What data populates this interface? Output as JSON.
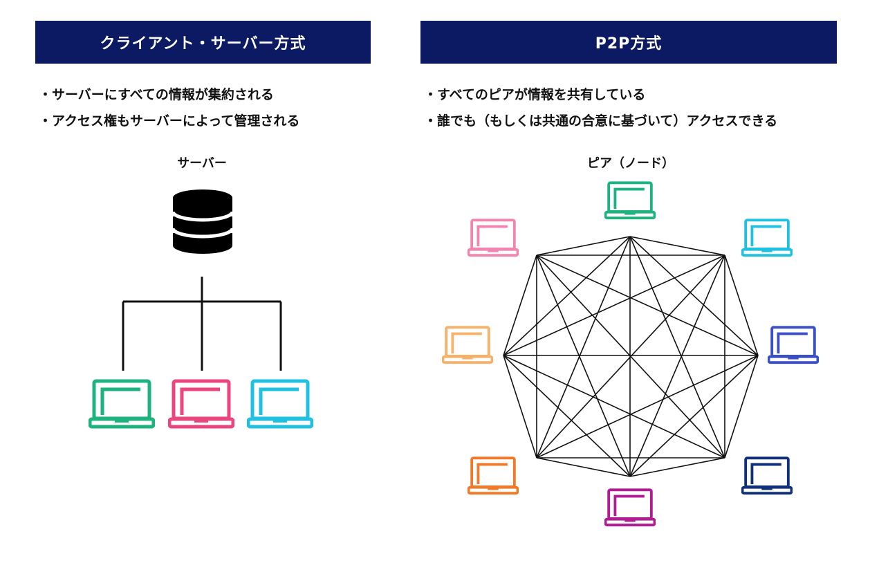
{
  "client_server": {
    "header": "クライアント・サーバー方式",
    "bullets": [
      "・サーバーにすべての情報が集約される",
      "・アクセス権もサーバーによって管理される"
    ],
    "server_label": "サーバー",
    "server_icon": "database-icon",
    "client_icon": "laptop-icon",
    "client_colors": [
      "#1db37e",
      "#e8467c",
      "#1fc0e0"
    ]
  },
  "p2p": {
    "header": "P2P方式",
    "bullets": [
      "・すべてのピアが情報を共有している",
      "・誰でも（もしくは共通の合意に基づいて）アクセスできる"
    ],
    "peer_label": "ピア（ノード）",
    "peer_icon": "laptop-icon",
    "peer_colors": [
      "#1db37e",
      "#1fc0e0",
      "#3b4fc4",
      "#11307a",
      "#b01c91",
      "#ef7a2a",
      "#f4b26a",
      "#f285b0"
    ]
  },
  "colors": {
    "header_bg": "#0b1a63",
    "header_text": "#ffffff",
    "line": "#111111"
  }
}
